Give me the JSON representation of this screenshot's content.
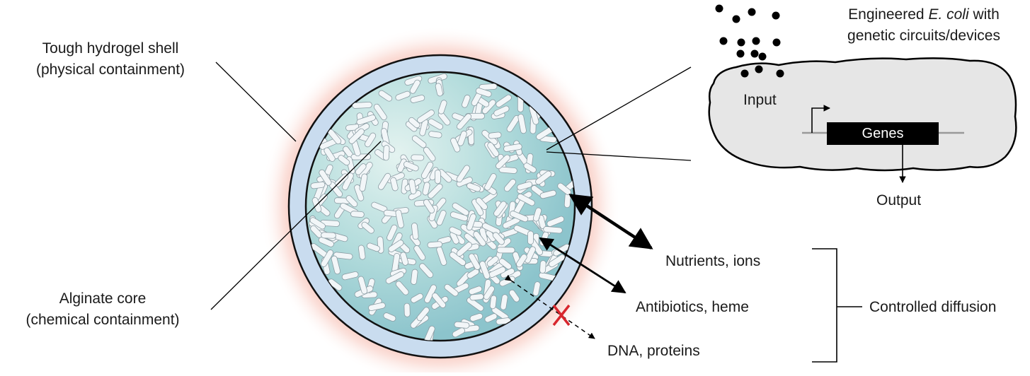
{
  "labels": {
    "shell_line1": "Tough hydrogel shell",
    "shell_line2": "(physical containment)",
    "core_line1": "Alginate core",
    "core_line2": "(chemical containment)",
    "ecoli_prefix": "Engineered ",
    "ecoli_species": "E. coli",
    "ecoli_suffix": " with",
    "ecoli_line2": "genetic circuits/devices",
    "input": "Input",
    "genes": "Genes",
    "output": "Output",
    "nutrients": "Nutrients, ions",
    "antibiotics": "Antibiotics, heme",
    "dna": "DNA, proteins",
    "controlled": "Controlled diffusion"
  },
  "colors": {
    "glow": "#f6b3a6",
    "shell": "#c9dcef",
    "core_center": "#e4f3f0",
    "core_edge": "#8cc4cc",
    "bacteria": "#f2f6f8",
    "cell_fill": "#e6e6e6",
    "blocked_mark": "#d8262d"
  }
}
